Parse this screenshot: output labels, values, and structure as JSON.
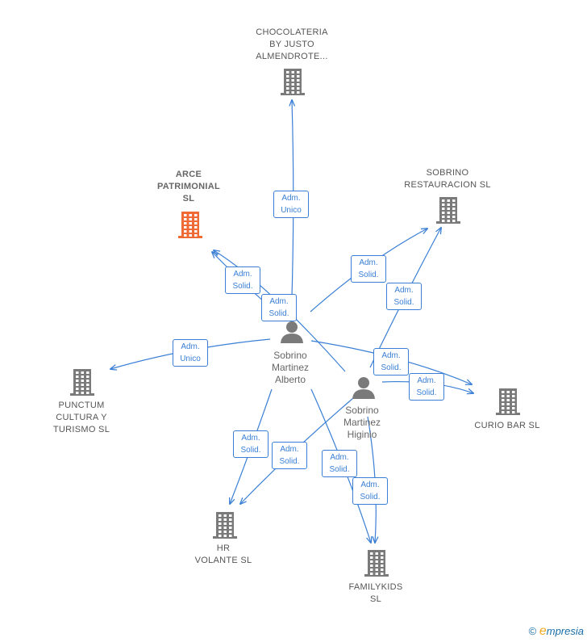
{
  "nodes": {
    "chocolateria": {
      "label": "CHOCOLATERIA\nBY JUSTO\nALMENDROTE...",
      "color": "#7a7a7a"
    },
    "arce": {
      "label": "ARCE\nPATRIMONIAL\nSL",
      "color": "#f06a35"
    },
    "sobrino_rest": {
      "label": "SOBRINO\nRESTAURACION SL",
      "color": "#7a7a7a"
    },
    "punctum": {
      "label": "PUNCTUM\nCULTURA Y\nTURISMO  SL",
      "color": "#7a7a7a"
    },
    "curio": {
      "label": "CURIO BAR  SL",
      "color": "#7a7a7a"
    },
    "hr": {
      "label": "HR\nVOLANTE  SL",
      "color": "#7a7a7a"
    },
    "familykids": {
      "label": "FAMILYKIDS\nSL",
      "color": "#7a7a7a"
    },
    "alberto": {
      "label": "Sobrino\nMartinez\nAlberto"
    },
    "higinio": {
      "label": "Sobrino\nMartinez\nHiginio"
    }
  },
  "edges": [
    {
      "label": "Adm.\nUnico"
    },
    {
      "label": "Adm.\nSolid."
    },
    {
      "label": "Adm.\nSolid."
    },
    {
      "label": "Adm.\nSolid."
    },
    {
      "label": "Adm.\nSolid."
    },
    {
      "label": "Adm.\nUnico"
    },
    {
      "label": "Adm.\nSolid."
    },
    {
      "label": "Adm.\nSolid."
    },
    {
      "label": "Adm.\nSolid."
    },
    {
      "label": "Adm.\nSolid."
    },
    {
      "label": "Adm.\nSolid."
    },
    {
      "label": "Adm.\nSolid."
    }
  ],
  "footer": {
    "copyright": "©",
    "brand_e": "e",
    "brand_rest": "mpresia"
  },
  "colors": {
    "edge": "#3a7fd5",
    "person": "#7a7a7a"
  }
}
